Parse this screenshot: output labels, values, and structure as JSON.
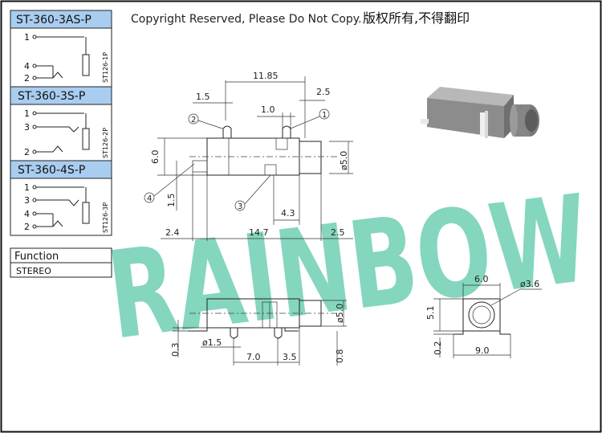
{
  "copyright": "Copyright Reserved, Please Do Not Copy.",
  "copyright_cn": "版权所有,不得翻印",
  "watermark": "RAINBOW",
  "models": [
    {
      "name": "ST-360-3AS-P",
      "pins": [
        "1",
        "4",
        "2"
      ],
      "code": "ST126-1P"
    },
    {
      "name": "ST-360-3S-P",
      "pins": [
        "1",
        "3",
        "2"
      ],
      "code": "ST126-2P"
    },
    {
      "name": "ST-360-4S-P",
      "pins": [
        "1",
        "3",
        "4",
        "2"
      ],
      "code": "ST126-3P"
    }
  ],
  "function_table": {
    "header": "Function",
    "value": "STEREO"
  },
  "dims": {
    "d_11_85": "11.85",
    "d_2_5_top": "2.5",
    "d_1_5_top": "1.5",
    "d_1_0": "1.0",
    "d_6_0": "6.0",
    "d_1_5_left": "1.5",
    "d_phi5_top": "ø5.0",
    "d_4_3": "4.3",
    "d_2_4": "2.4",
    "d_14_7": "14.7",
    "d_2_5_right": "2.5",
    "d_phi5_side": "ø5.0",
    "d_0_3": "0.3",
    "d_phi1_5": "ø1.5",
    "d_7_0": "7.0",
    "d_3_5": "3.5",
    "d_0_8": "0.8",
    "d_6_0_front": "6.0",
    "d_phi3_6": "ø3.6",
    "d_5_1": "5.1",
    "d_0_2": "0.2",
    "d_9_0": "9.0"
  },
  "callouts": [
    "1",
    "2",
    "3",
    "4"
  ]
}
